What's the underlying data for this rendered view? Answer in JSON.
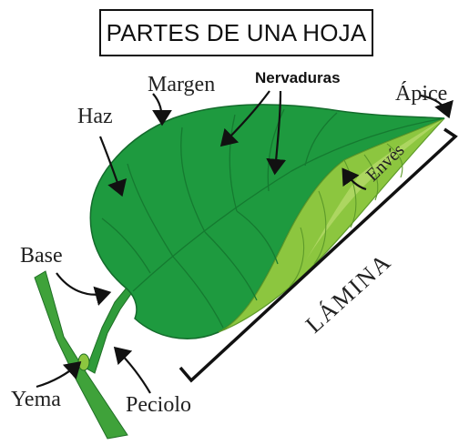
{
  "title": "PARTES DE UNA HOJA",
  "labels": {
    "margen": "Margen",
    "nervaduras": "Nervaduras",
    "apice": "Ápice",
    "haz": "Haz",
    "enves": "Envés",
    "base": "Base",
    "lamina": "LÁMINA",
    "yema": "Yema",
    "peciolo": "Peciolo"
  },
  "colors": {
    "leaf_dark": "#1e9a3f",
    "leaf_mid": "#2eae4a",
    "underside": "#8cc63f",
    "underside_light": "#b5d96a",
    "vein": "#157a30",
    "stem": "#3fa23a"
  }
}
